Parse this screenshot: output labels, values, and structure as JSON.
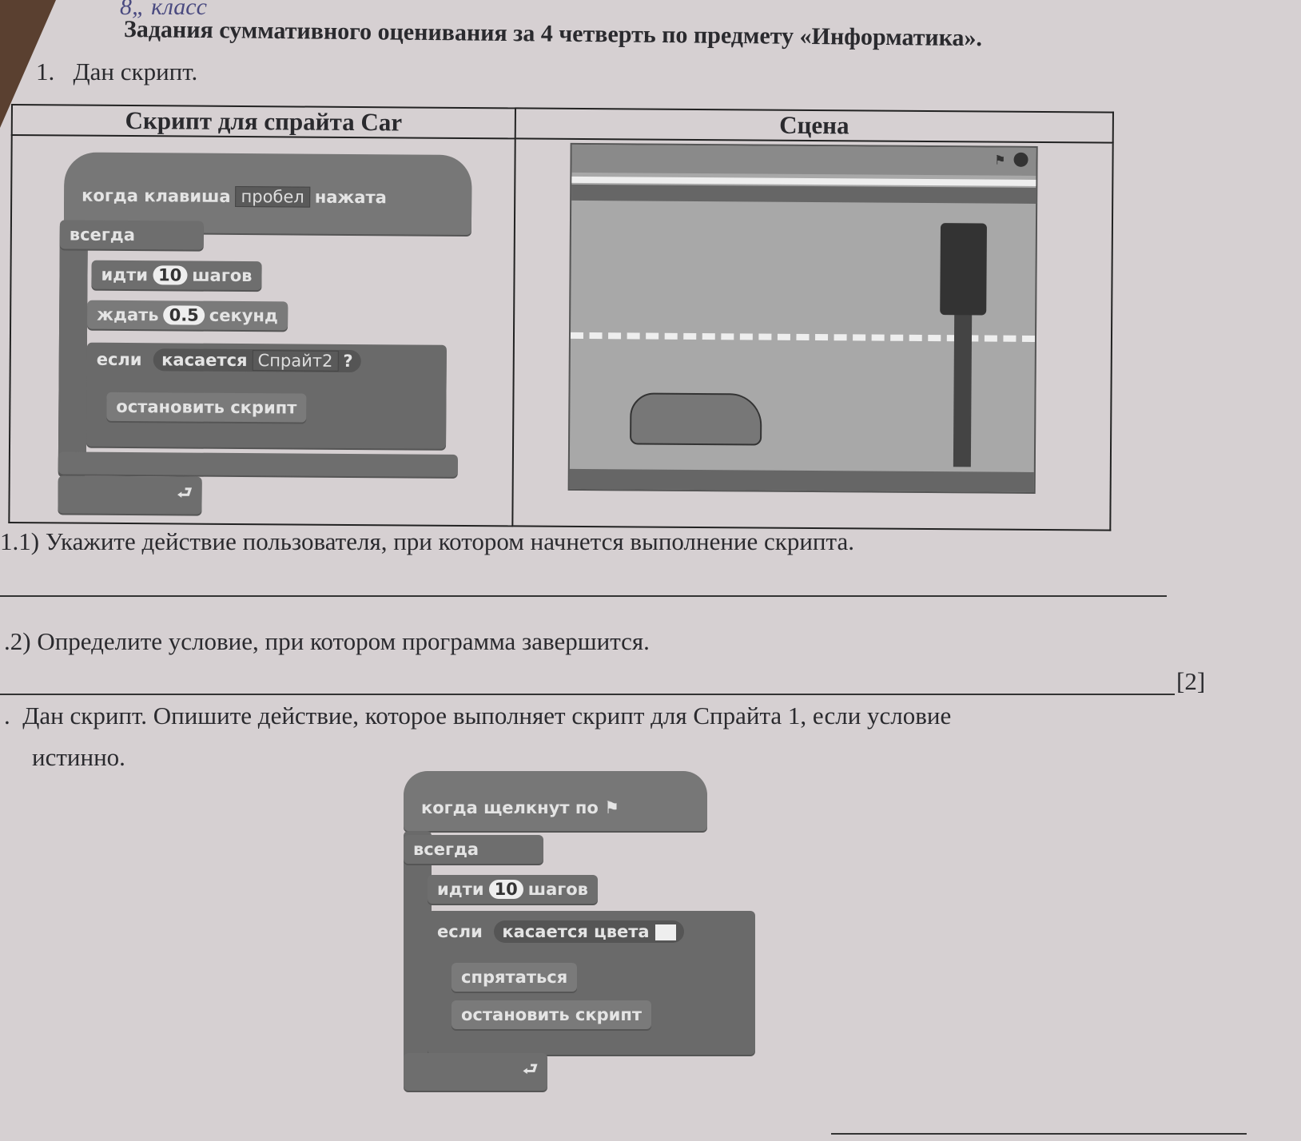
{
  "handwritten": "8„ класс",
  "title": "Задания суммативного оценивания за 4 четверть по предмету «Информатика».",
  "task1": {
    "number": "1.",
    "text": "Дан скрипт.",
    "table": {
      "col1": "Скрипт для спрайта Car",
      "col2": "Сцена"
    },
    "script": {
      "hat": "когда клавиша",
      "key": "пробел",
      "pressed": "нажата",
      "forever": "всегда",
      "move": "идти",
      "steps": "10",
      "steps_label": "шагов",
      "wait": "ждать",
      "wait_val": "0.5",
      "seconds": "секунд",
      "if": "если",
      "touching": "касается",
      "sprite": "Спрайт2",
      "q": "?",
      "stop": "остановить скрипт",
      "loop_arrow": "⮐"
    },
    "q1_1": "1.1) Укажите действие пользователя, при котором начнется выполнение скрипта.",
    "q1_2": ".2) Определите условие, при котором программа завершится.",
    "points": "[2]"
  },
  "task2": {
    "number": ".",
    "text": "Дан скрипт. Опишите действие, которое выполняет скрипт для Спрайта 1, если условие",
    "text2": "истинно.",
    "script": {
      "hat": "когда щелкнут по",
      "forever": "всегда",
      "move": "идти",
      "steps": "10",
      "steps_label": "шагов",
      "if": "если",
      "touching_color": "касается цвета",
      "hide": "спрятаться",
      "stop": "остановить скрипт",
      "loop_arrow": "⮐"
    }
  }
}
